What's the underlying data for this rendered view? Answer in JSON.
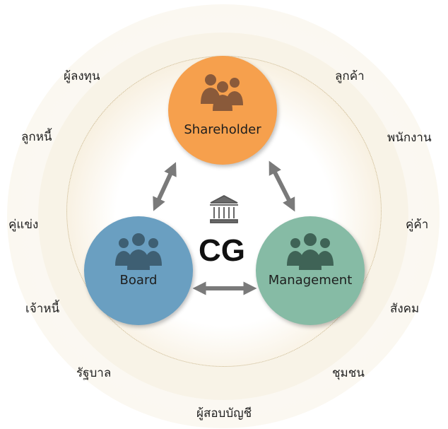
{
  "center": {
    "label": "CG",
    "icon": "government-building-icon"
  },
  "nodes": {
    "shareholder": {
      "label": "Shareholder",
      "color": "#f6a04d",
      "icon": "people-group-icon"
    },
    "board": {
      "label": "Board",
      "color": "#6a9fc1",
      "icon": "people-group-icon"
    },
    "management": {
      "label": "Management",
      "color": "#86bba5",
      "icon": "people-group-icon"
    }
  },
  "stakeholders": {
    "investors": "ผู้ลงทุน",
    "customers": "ลูกค้า",
    "debtors": "ลูกหนี้",
    "employees": "พนักงาน",
    "competitors": "คู่แข่ง",
    "partners": "คู่ค้า",
    "creditors": "เจ้าหนี้",
    "society": "สังคม",
    "government": "รัฐบาล",
    "community": "ชุมชน",
    "auditors": "ผู้สอบบัญชี"
  },
  "colors": {
    "arrow": "#7a7a7a"
  }
}
